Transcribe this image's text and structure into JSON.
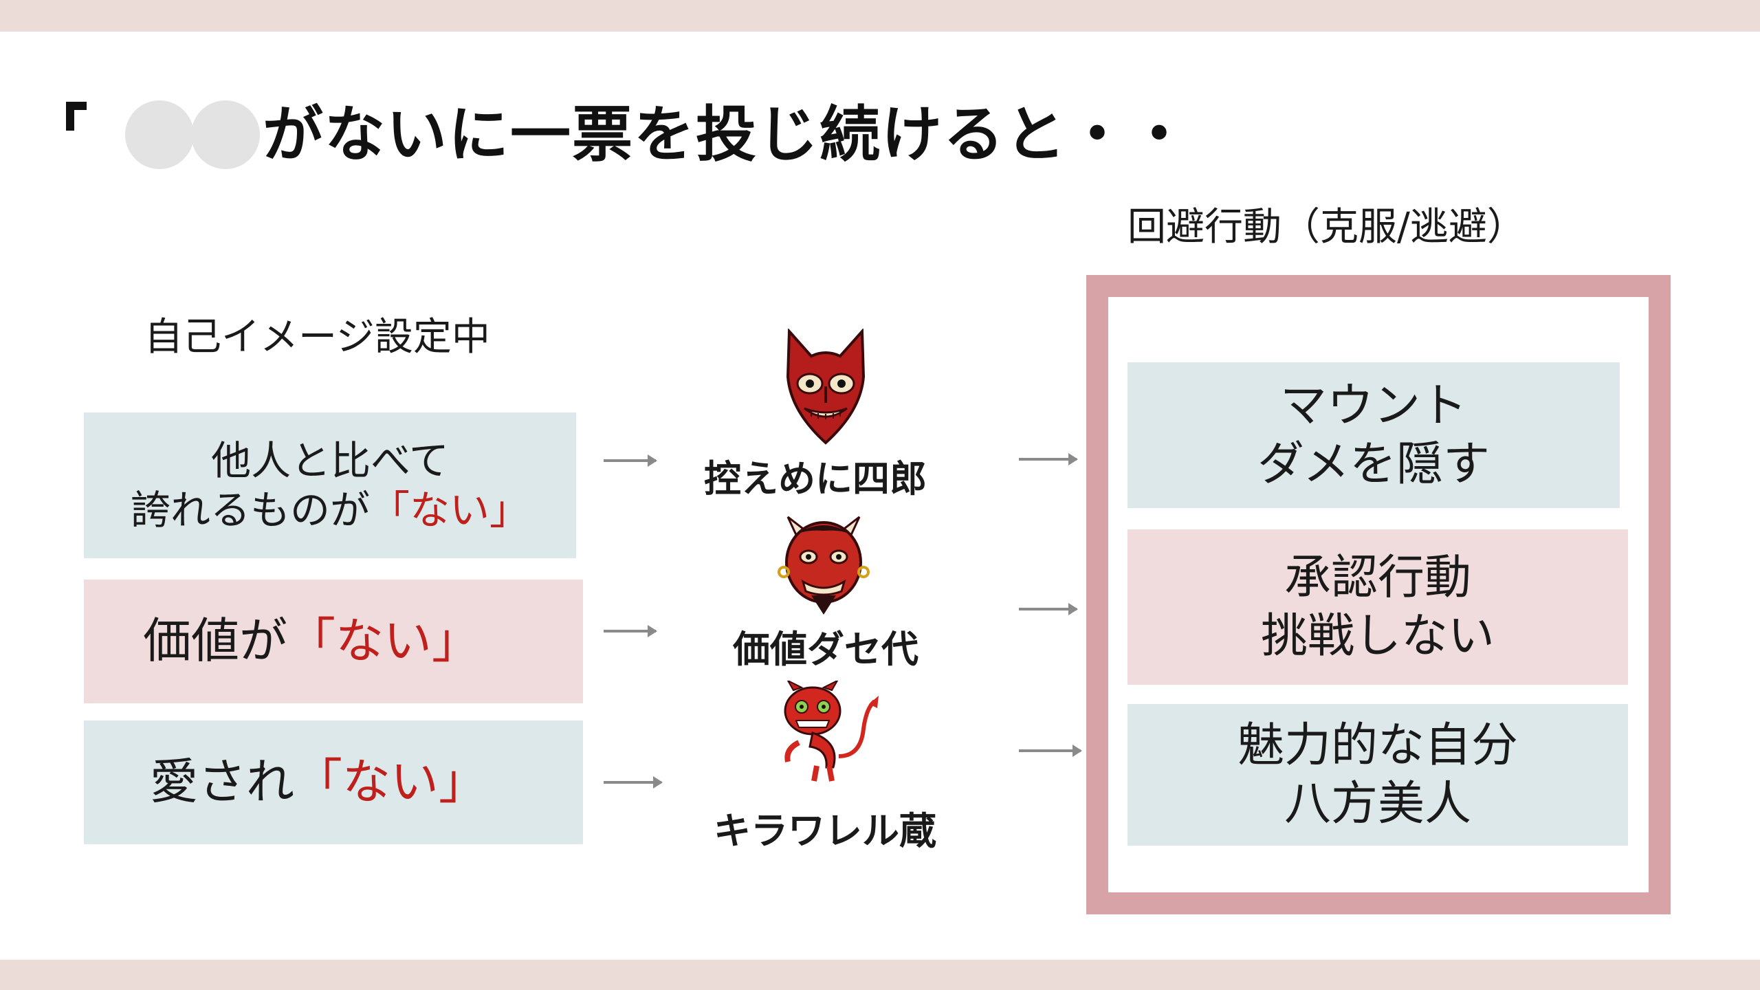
{
  "title": {
    "bracket": "「",
    "masked_word": "●●",
    "text": "がないに一票を投じ続けると・・"
  },
  "self_image_label": "自己イメージ設定中",
  "avoidance_label": "回避行動（克服/逃避）",
  "left_items": [
    {
      "line1": "他人と比べて",
      "line2_prefix": "誇れるものが",
      "highlight": "「ない」"
    },
    {
      "prefix": "価値が",
      "highlight": "「ない」"
    },
    {
      "prefix": "愛され",
      "highlight": "「ない」"
    }
  ],
  "characters": [
    {
      "name": "控えめに四郎",
      "icon": "red-mask-icon"
    },
    {
      "name": "価値ダセ代",
      "icon": "demon-face-icon"
    },
    {
      "name": "キラワレル蔵",
      "icon": "red-devil-icon"
    }
  ],
  "right_items": [
    {
      "line1": "マウント",
      "line2": "ダメを隠す"
    },
    {
      "line1": "承認行動",
      "line2": "挑戦しない"
    },
    {
      "line1": "魅力的な自分",
      "line2": "八方美人"
    }
  ],
  "colors": {
    "highlight_red": "#c0201c",
    "frame_pink": "#d8a3a6",
    "box_blue": "#dde8eb",
    "box_pink": "#f0dcdc",
    "band": "#ecdcd8"
  }
}
